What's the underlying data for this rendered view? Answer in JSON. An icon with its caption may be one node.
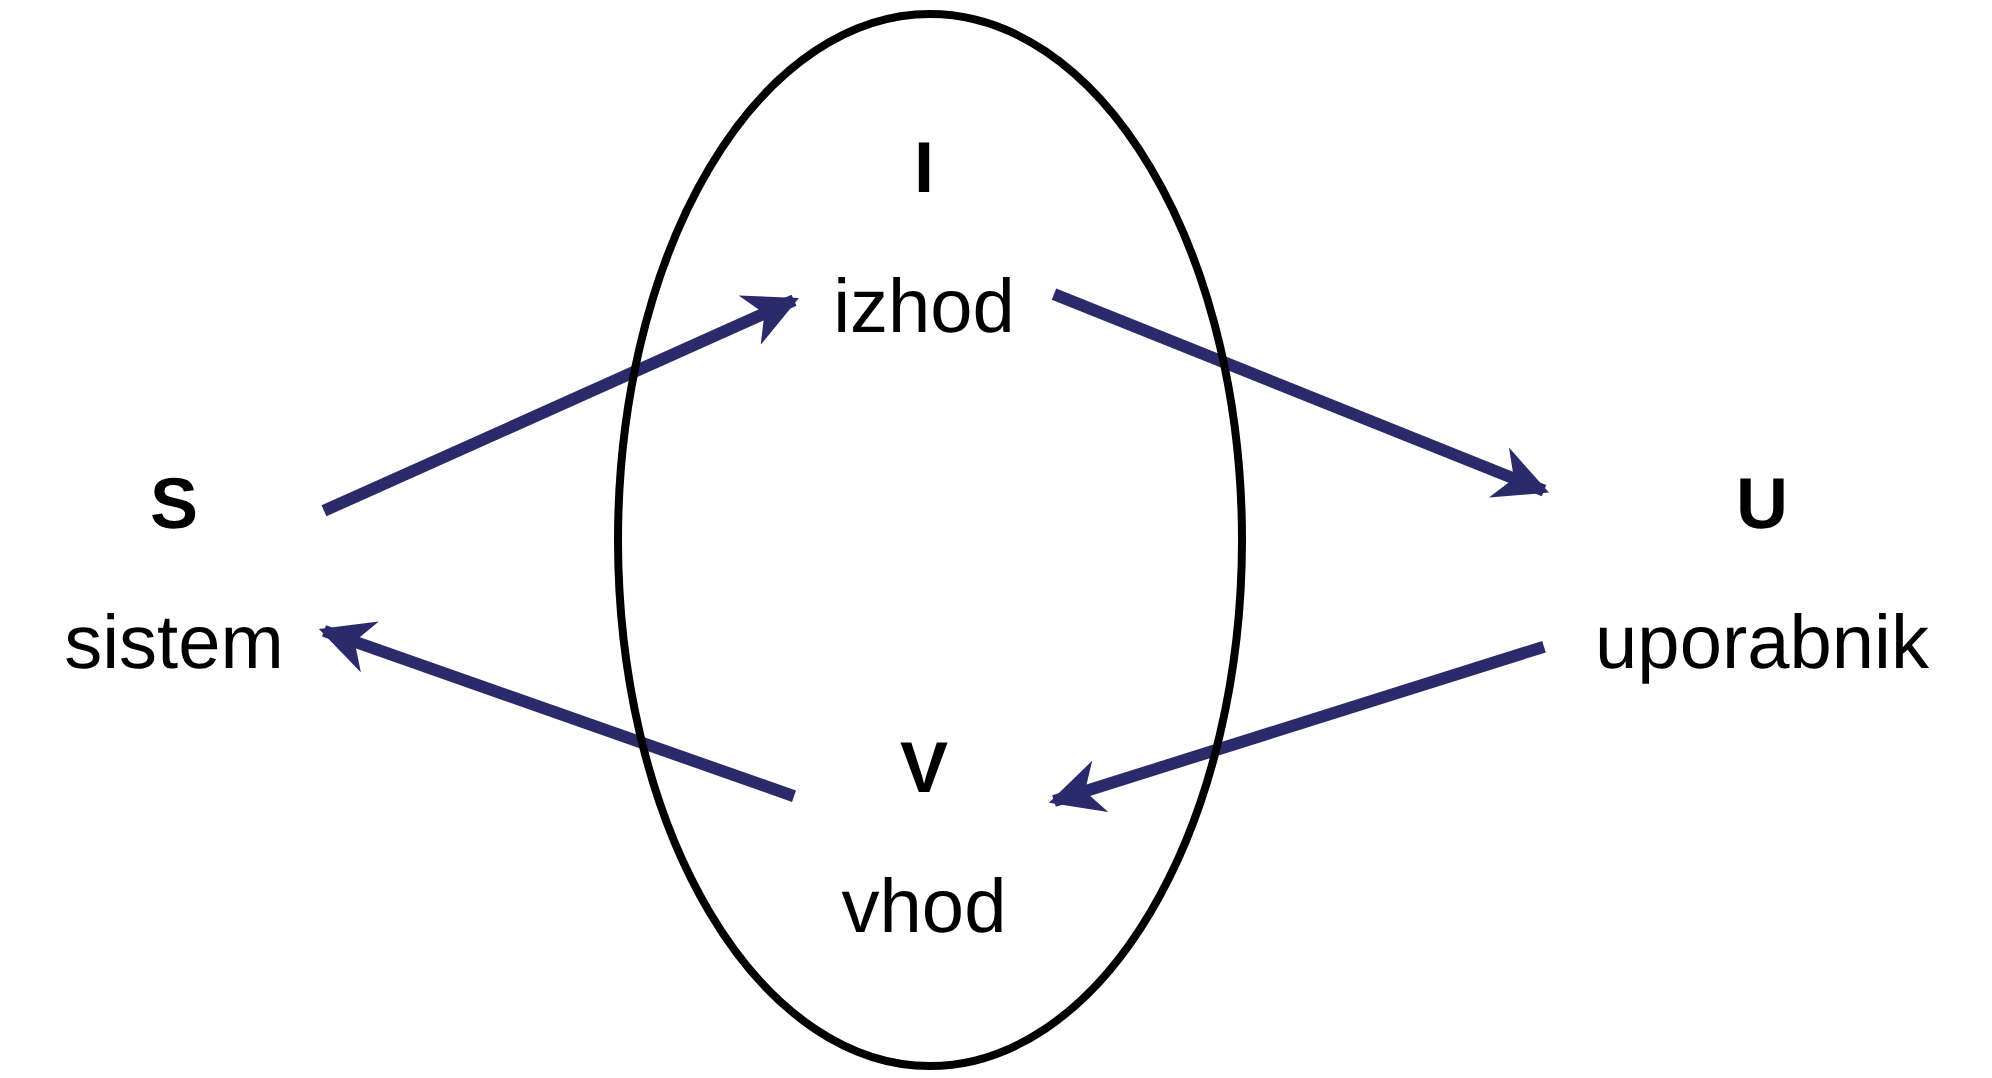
{
  "diagram": {
    "nodes": [
      {
        "text": [],
        "shape": "ellipse"
      },
      {
        "text": [
          "I",
          "izhod"
        ],
        "in": 0
      },
      {
        "text": [
          "S",
          "sistem"
        ]
      },
      {
        "text": [
          "U",
          "uporabnik"
        ]
      },
      {
        "text": [
          "V",
          "vhod"
        ],
        "in": 0
      }
    ],
    "edges": [
      {
        "from": 2,
        "to": 1,
        "arrow": "to"
      },
      {
        "from": 1,
        "to": 3,
        "arrow": "to"
      },
      {
        "from": 3,
        "to": 4,
        "arrow": "to"
      },
      {
        "from": 4,
        "to": 2,
        "arrow": "to"
      }
    ]
  }
}
